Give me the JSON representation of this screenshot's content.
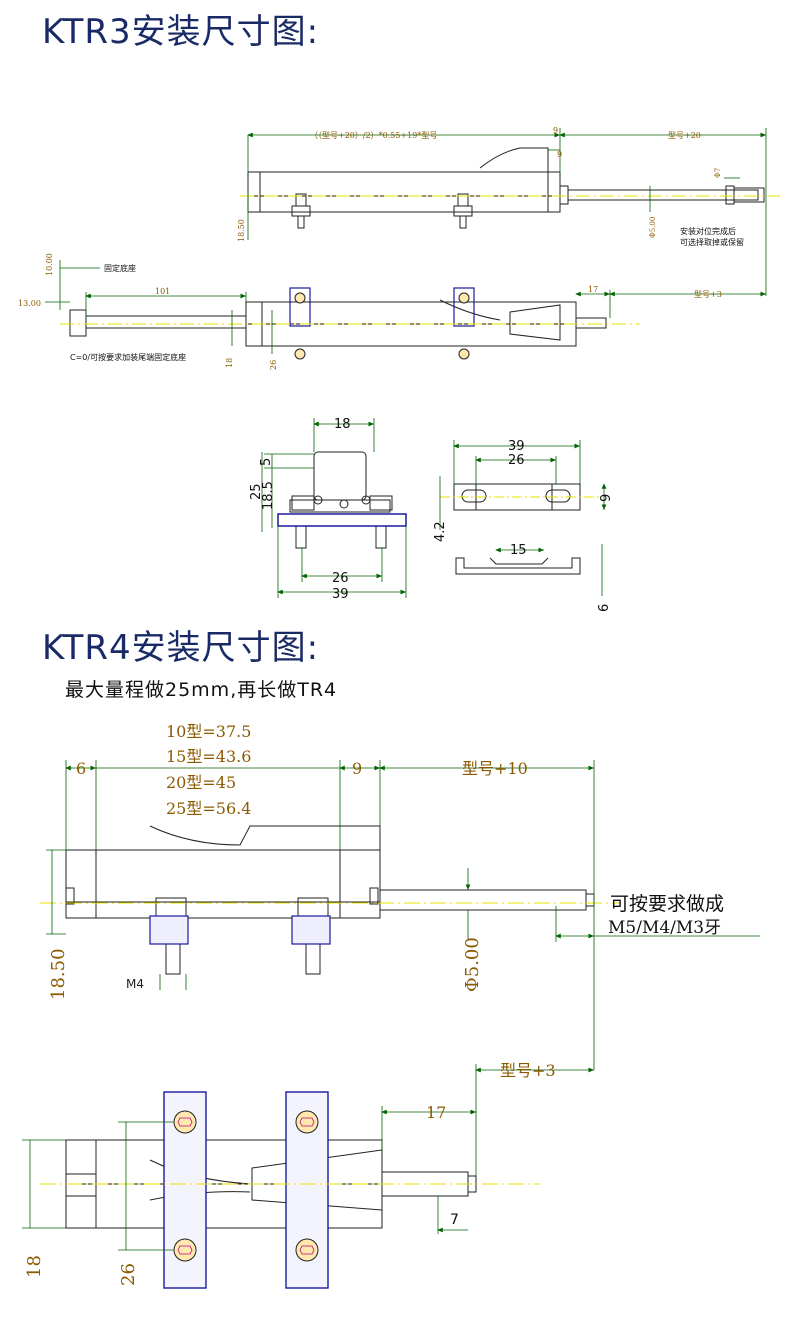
{
  "ktr3": {
    "title": "KTR3安装尺寸图:",
    "top_dim": "（（型号+20）/2）*0.55+19*型号",
    "dim_9a": "9",
    "dim_9b": "9",
    "dim_model20": "型号+20",
    "dim_1850": "18.50",
    "dim_phi7": "Φ7",
    "dim_phi5": "Φ5.00",
    "note_install_1": "安装对位完成后",
    "note_install_2": "可选择取掉或保留",
    "dim_1000": "10.00",
    "label_fixed_base": "固定底座",
    "dim_1300": "13.00",
    "dim_101": "101",
    "dim_17": "17",
    "dim_model3": "型号+3",
    "note_c0": "C=0/可按要求加装尾端固定底座",
    "dim_18": "18",
    "dim_26": "26",
    "end_18": "18",
    "end_5": "5",
    "end_25": "25",
    "end_185": "18.5",
    "end_26": "26",
    "end_39": "39",
    "clip_39": "39",
    "clip_26": "26",
    "clip_9": "9",
    "clip_42": "4.2",
    "clip_15": "15",
    "clip_6": "6"
  },
  "ktr4": {
    "title": "KTR4安装尺寸图:",
    "note": "最大量程做25mm,再长做TR4",
    "spec_10": "10型=37.5",
    "spec_15": "15型=43.6",
    "spec_20": "20型=45",
    "spec_25": "25型=56.4",
    "dim_6": "6",
    "dim_9": "9",
    "dim_model10": "型号+10",
    "thread_note_1": "可按要求做成",
    "thread_note_2": "M5/M4/M3牙",
    "dim_1850": "18.50",
    "dim_m4": "M4",
    "dim_phi5": "Φ5.00",
    "dim_model3": "型号+3",
    "dim_17": "17",
    "dim_7": "7",
    "dim_18": "18",
    "dim_26": "26"
  },
  "colors": {
    "title": "#1a2a66",
    "dim_line": "#006400",
    "dim_text": "#8b5a00",
    "outline": "#222222",
    "center_line": "#e8e000",
    "bracket": "#1a1aa0",
    "bolt_mark": "#c0007a"
  }
}
